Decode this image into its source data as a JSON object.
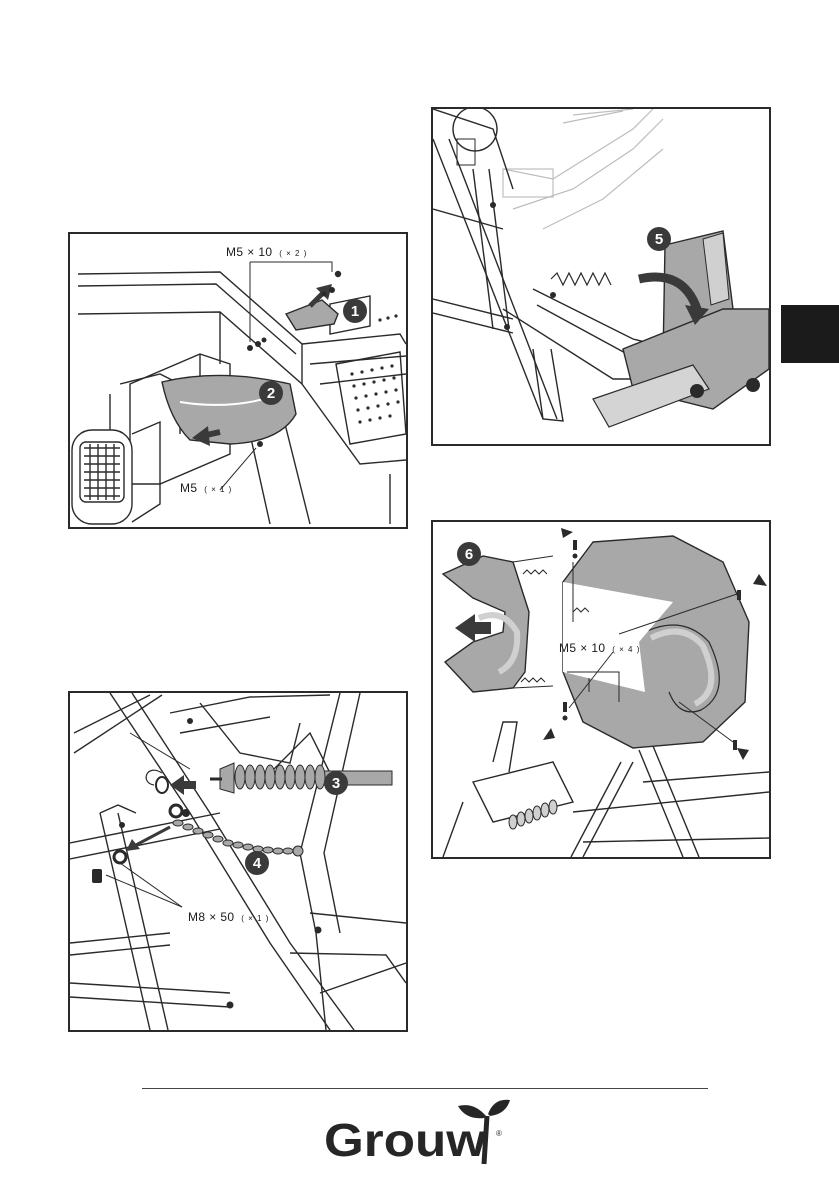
{
  "figures": [
    {
      "id": "figure-1",
      "steps": [
        "1",
        "2"
      ],
      "labels": [
        {
          "main": "M5 × 10",
          "qty": "( × 2 )"
        },
        {
          "main": "M5",
          "qty": "( × 1 )"
        }
      ]
    },
    {
      "id": "figure-2",
      "steps": [
        "3",
        "4"
      ],
      "labels": [
        {
          "main": "M8 × 50",
          "qty": "( × 1 )"
        }
      ]
    },
    {
      "id": "figure-3",
      "steps": [
        "5"
      ],
      "labels": []
    },
    {
      "id": "figure-4",
      "steps": [
        "6"
      ],
      "labels": [
        {
          "main": "M5 × 10",
          "qty": "( × 4 )"
        }
      ]
    }
  ],
  "brand": {
    "name": "Grouw",
    "registered": "®"
  },
  "colors": {
    "step_badge": "#3a3a3a",
    "part_highlight": "#a8a8a8",
    "line_art": "#2a2a2a",
    "side_tab": "#1b1b1b"
  }
}
